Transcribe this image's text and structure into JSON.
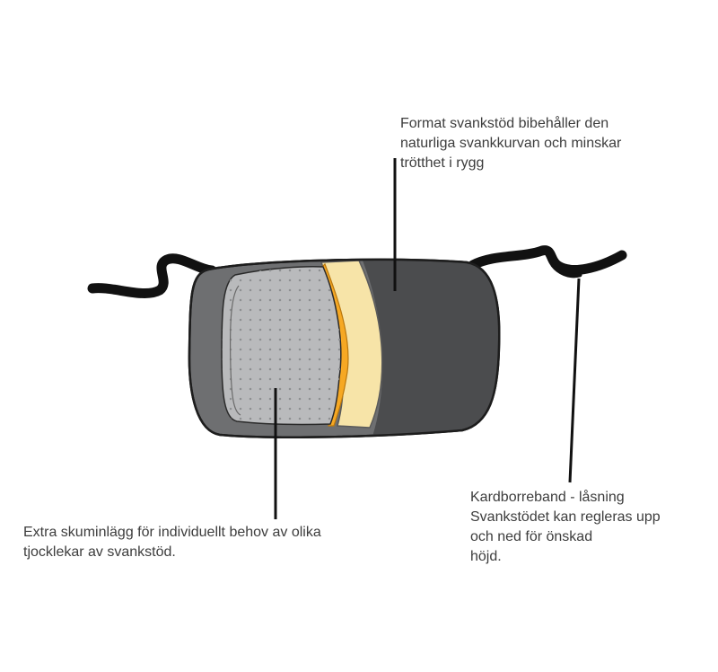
{
  "callouts": {
    "lumbar_support": {
      "lines": [
        "Format svankstöd bibehåller den",
        "naturliga svankkurvan och minskar",
        "trötthet i rygg"
      ]
    },
    "foam_insert": {
      "lines": [
        "Extra skuminlägg för individuellt behov av olika",
        "tjocklekar av svankstöd."
      ]
    },
    "velcro_strap": {
      "lines": [
        "Kardborreband - låsning",
        "Svankstödet kan regleras upp",
        "och ned för önskad",
        "höjd."
      ]
    }
  },
  "colors": {
    "cushion_outer": "#6e6f71",
    "cushion_dark": "#4b4c4e",
    "foam_insert": "#b9babc",
    "foam_dots": "#8e9092",
    "layer_cream": "#f7e4a8",
    "layer_orange": "#f6a823",
    "strap": "#111111",
    "leader_line": "#111111"
  }
}
